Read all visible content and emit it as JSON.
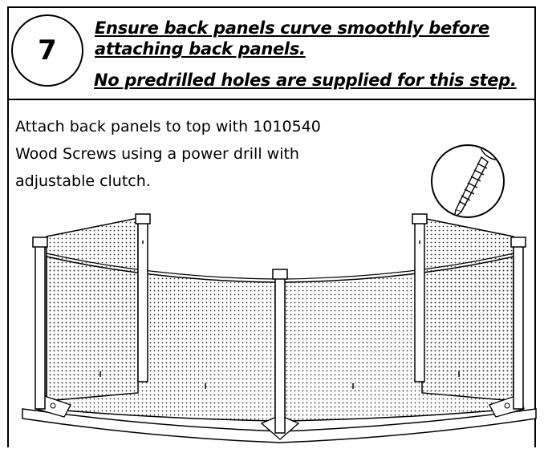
{
  "step": {
    "number": "7"
  },
  "warnings": [
    "Ensure back panels curve smoothly before",
    "attaching back panels.",
    "No predrilled holes are supplied for this step."
  ],
  "instructions": [
    "Attach back panels to top with 1010540",
    "Wood Screws using a power drill with",
    "adjustable clutch."
  ],
  "icons": {
    "screw": "wood-screw-icon",
    "assembly": "curved-panel-assembly"
  }
}
